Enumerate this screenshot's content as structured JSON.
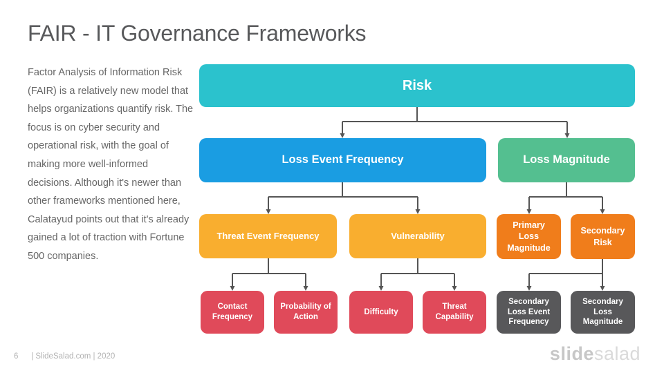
{
  "header": {
    "title": "FAIR - IT Governance Frameworks"
  },
  "intro": {
    "text": "Factor Analysis of Information Risk (FAIR) is a relatively new model that helps organizations quantify risk. The focus is on cyber security and operational risk, with the goal of making more well-informed decisions. Although it's newer than other frameworks mentioned here, Calatayud points out that it's already gained a lot of traction with Fortune 500 companies."
  },
  "diagram": {
    "nodes": {
      "risk": {
        "label": "Risk",
        "color": "#2bc2cd"
      },
      "loss_event_frequency": {
        "label": "Loss Event Frequency",
        "color": "#1a9de2"
      },
      "loss_magnitude": {
        "label": "Loss Magnitude",
        "color": "#54bf90"
      },
      "threat_event_frequency": {
        "label": "Threat Event Frequency",
        "color": "#f9ae2f"
      },
      "vulnerability": {
        "label": "Vulnerability",
        "color": "#f9ae2f"
      },
      "primary_loss_magnitude": {
        "label": "Primary Loss Magnitude",
        "color": "#f07d1b"
      },
      "secondary_risk": {
        "label": "Secondary Risk",
        "color": "#f07d1b"
      },
      "contact_frequency": {
        "label": "Contact Frequency",
        "color": "#e04a5a"
      },
      "probability_of_action": {
        "label": "Probability of Action",
        "color": "#e04a5a"
      },
      "difficulty": {
        "label": "Difficulty",
        "color": "#e04a5a"
      },
      "threat_capability": {
        "label": "Threat Capability",
        "color": "#e04a5a"
      },
      "secondary_loss_event_frequency": {
        "label": "Secondary Loss Event Frequency",
        "color": "#58585a"
      },
      "secondary_loss_magnitude": {
        "label": "Secondary Loss Magnitude",
        "color": "#58585a"
      }
    },
    "edges": [
      [
        "risk",
        "loss_event_frequency"
      ],
      [
        "risk",
        "loss_magnitude"
      ],
      [
        "loss_event_frequency",
        "threat_event_frequency"
      ],
      [
        "loss_event_frequency",
        "vulnerability"
      ],
      [
        "loss_magnitude",
        "primary_loss_magnitude"
      ],
      [
        "loss_magnitude",
        "secondary_risk"
      ],
      [
        "threat_event_frequency",
        "contact_frequency"
      ],
      [
        "threat_event_frequency",
        "probability_of_action"
      ],
      [
        "vulnerability",
        "difficulty"
      ],
      [
        "vulnerability",
        "threat_capability"
      ],
      [
        "secondary_risk",
        "secondary_loss_event_frequency"
      ],
      [
        "secondary_risk",
        "secondary_loss_magnitude"
      ]
    ],
    "connector_color": "#555555"
  },
  "footer": {
    "page_number": "6",
    "source": "| SlideSalad.com | 2020",
    "logo_primary": "slide",
    "logo_secondary": "salad"
  }
}
